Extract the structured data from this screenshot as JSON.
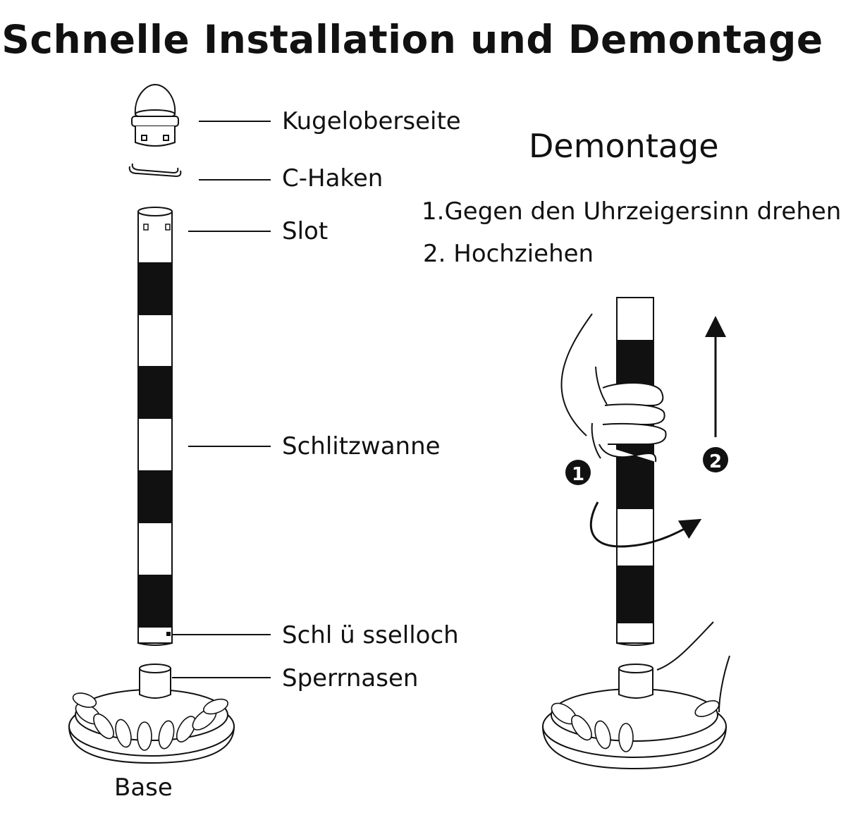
{
  "title": "Schnelle Installation und Demontage",
  "parts": {
    "ball_top": "Kugeloberseite",
    "c_hook": "C-Haken",
    "slot": "Slot",
    "slotted_tube": "Schlitzwanne",
    "keyhole": "Schl ü sselloch",
    "locking_lugs": "Sperrnasen",
    "base": "Base"
  },
  "disassembly": {
    "heading": "Demontage",
    "steps": [
      "1.Gegen den Uhrzeigersinn drehen",
      "2. Hochziehen"
    ],
    "markers": [
      "1",
      "2"
    ]
  }
}
